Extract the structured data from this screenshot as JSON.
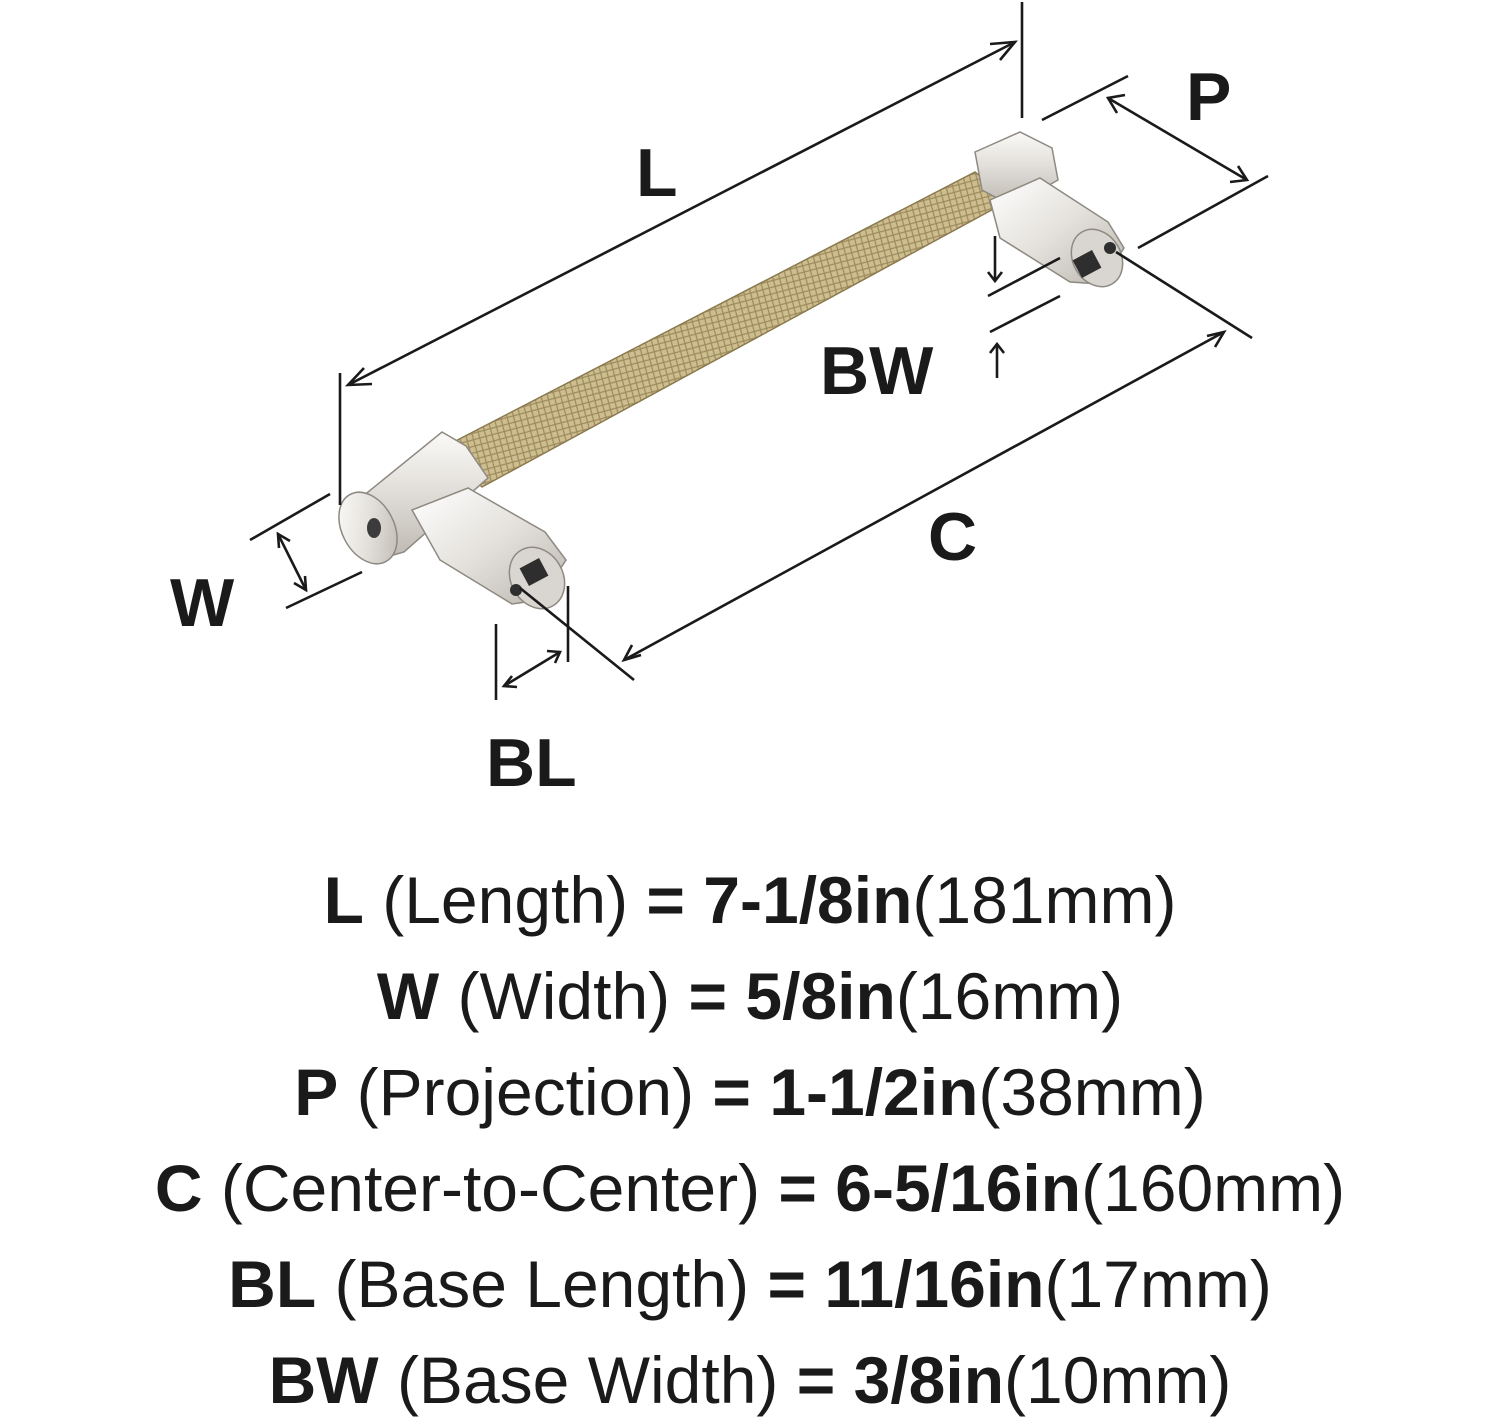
{
  "diagram": {
    "labels": {
      "L": "L",
      "P": "P",
      "BW": "BW",
      "C": "C",
      "W": "W",
      "BL": "BL"
    },
    "colors": {
      "polished_nickel": "#e6e3df",
      "brass_knurl": "#c9b98a",
      "line": "#1a1a1a"
    }
  },
  "specs": [
    {
      "code": "L",
      "name": "(Length)",
      "eq": "=",
      "imperial": "7-1/8in",
      "metric": "(181mm)"
    },
    {
      "code": "W",
      "name": "(Width)",
      "eq": "=",
      "imperial": "5/8in",
      "metric": "(16mm)"
    },
    {
      "code": "P",
      "name": "(Projection)",
      "eq": "=",
      "imperial": "1-1/2in",
      "metric": "(38mm)"
    },
    {
      "code": "C",
      "name": "(Center-to-Center)",
      "eq": "=",
      "imperial": "6-5/16in",
      "metric": "(160mm)"
    },
    {
      "code": "BL",
      "name": "(Base Length)",
      "eq": "=",
      "imperial": "11/16in",
      "metric": "(17mm)"
    },
    {
      "code": "BW",
      "name": "(Base Width)",
      "eq": "=",
      "imperial": "3/8in",
      "metric": "(10mm)"
    }
  ]
}
